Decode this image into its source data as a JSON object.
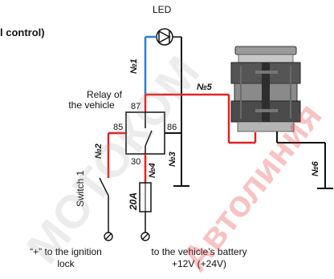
{
  "header": {
    "fragment": "l control)"
  },
  "labels": {
    "led": "LED",
    "relay": [
      "Relay of",
      "the vehicle"
    ],
    "switch": "Switch 1",
    "ignition": [
      "“+” to the ignition",
      "lock"
    ],
    "battery": [
      "to the vehicle’s battery",
      "+12V (+24V)"
    ],
    "fuse": "20A"
  },
  "pins": {
    "p87": "87",
    "p85": "85",
    "p86": "86",
    "p30": "30"
  },
  "wires": {
    "w1": "№1",
    "w2": "№2",
    "w3": "№3",
    "w4": "№4",
    "w5": "№5",
    "w6": "№6"
  },
  "watermark": {
    "line1": "МОТОКОМ",
    "line2": "Автолиния"
  },
  "colors": {
    "red": "#e32222",
    "blue": "#2a7fd4",
    "black": "#111111",
    "gray": "#7f7f7f"
  }
}
